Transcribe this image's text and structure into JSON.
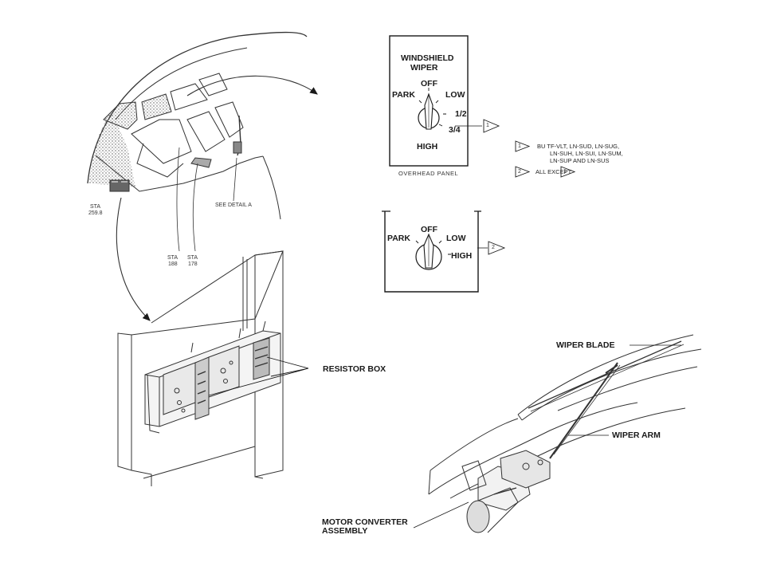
{
  "overhead_switch": {
    "title_line1": "WINDSHIELD",
    "title_line2": "WIPER",
    "pos_off": "OFF",
    "pos_park": "PARK",
    "pos_low": "LOW",
    "pos_half": "1/2",
    "pos_three_quarter": "3/4",
    "pos_high": "HIGH",
    "caption": "OVERHEAD PANEL",
    "callout": "1"
  },
  "notes": {
    "note1_number": "1",
    "note1_line1": "BU  TF-VLT, LN-SUD, LN-SUG,",
    "note1_line2": "LN-SUH, LN-SUI, LN-SUM,",
    "note1_line3": "LN-SUP AND LN-SUS",
    "note2_number": "2",
    "note2_text": "ALL EXCEPT",
    "note2_ref": "1"
  },
  "second_switch": {
    "pos_off": "OFF",
    "pos_park": "PARK",
    "pos_low": "LOW",
    "pos_high": "HIGH",
    "callout": "2"
  },
  "cockpit": {
    "sta_left_line1": "STA",
    "sta_left_line2": "259.8",
    "see_detail": "SEE DETAIL A",
    "sta_a_line1": "STA",
    "sta_a_line2": "188",
    "sta_b_line1": "STA",
    "sta_b_line2": "178"
  },
  "labels": {
    "resistor_box": "RESISTOR BOX",
    "wiper_blade": "WIPER BLADE",
    "wiper_arm": "WIPER ARM",
    "motor_line1": "MOTOR CONVERTER",
    "motor_line2": "ASSEMBLY"
  }
}
